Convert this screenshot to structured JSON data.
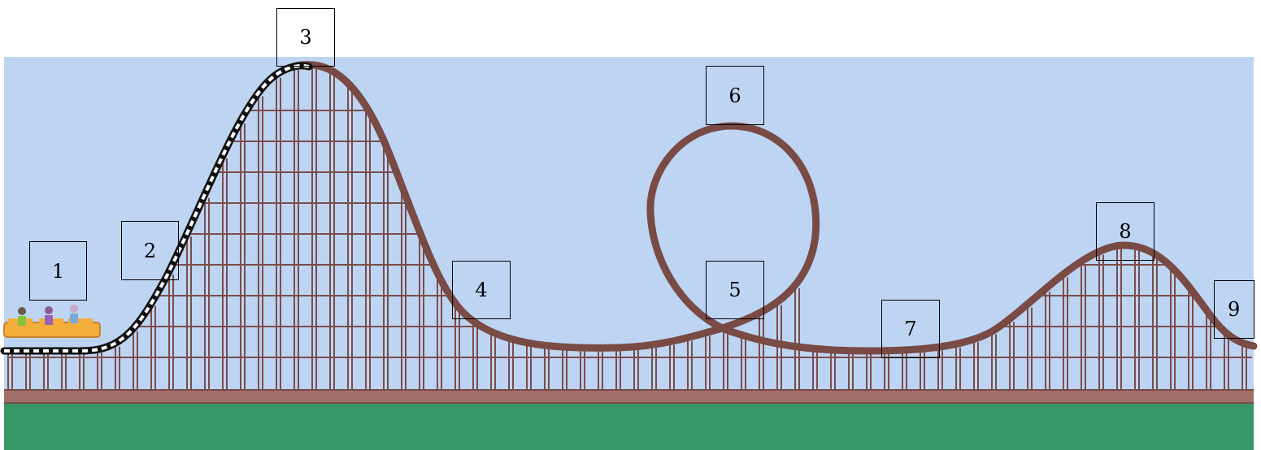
{
  "labels": [
    "1",
    "2",
    "3",
    "4",
    "5",
    "6",
    "7",
    "8",
    "9"
  ],
  "colors": {
    "sky": "#bdd5f3",
    "grass": "#359866",
    "ground_strip": "#a06f68",
    "track": "#7a4a45",
    "scaffold": "#7b4d49",
    "lift_chain": "#ffffff"
  }
}
